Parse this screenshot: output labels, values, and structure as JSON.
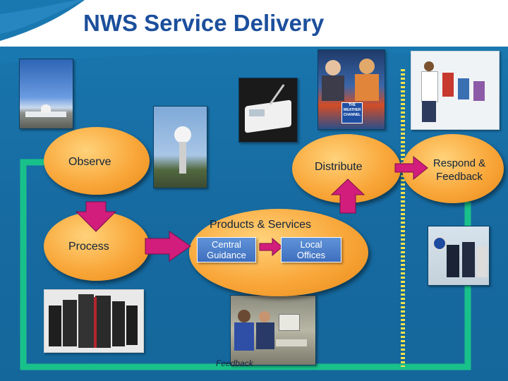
{
  "title": "NWS Service Delivery",
  "nodes": {
    "observe": "Observe",
    "distribute": "Distribute",
    "respond": "Respond & Feedback",
    "process": "Process",
    "products": "Products & Services",
    "central": "Central Guidance",
    "local": "Local Offices",
    "feedback": "Feedback"
  },
  "photo_text": {
    "weather_channel": "THE WEATHER CHANNEL"
  },
  "colors": {
    "background": "#166aa0",
    "title": "#1c4f9c",
    "oval": "#f9a73a",
    "arrow": "#d21d7c",
    "feedback_loop": "#19c18a",
    "divider": "#f4e24a"
  }
}
